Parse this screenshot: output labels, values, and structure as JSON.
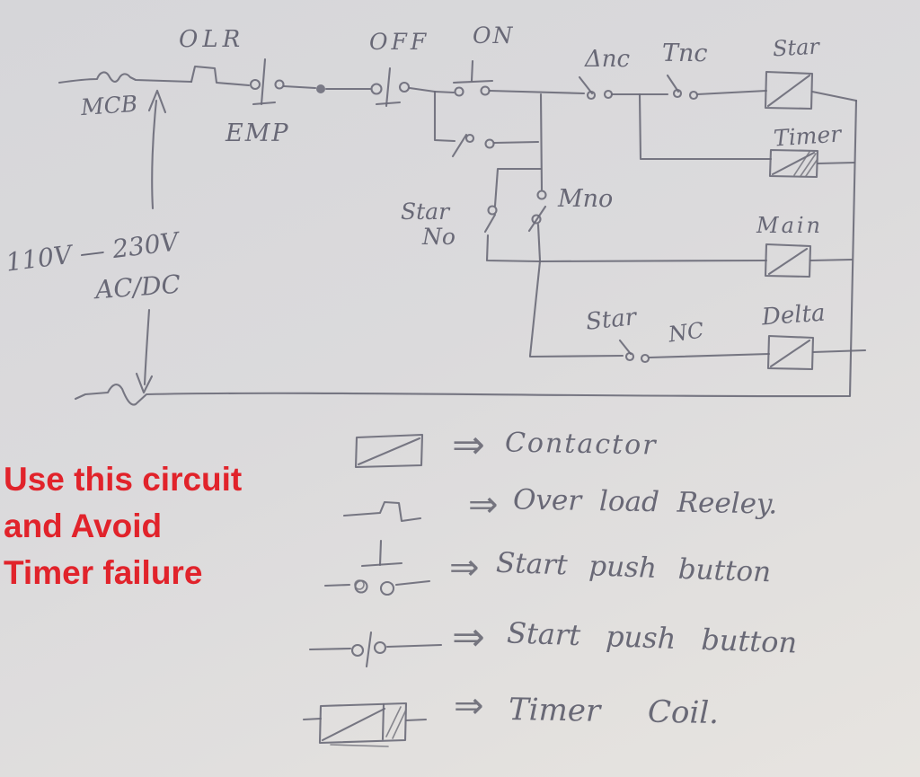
{
  "annotation": {
    "line1": "Use this circuit",
    "line2": "and Avoid",
    "line3": "Timer failure"
  },
  "circuit": {
    "labels": {
      "mcb": "MCB",
      "olr": "OLR",
      "emp": "EMP",
      "off": "OFF",
      "on": "ON",
      "delta_nc": "Δnc",
      "timer_nc": "Tnc",
      "star_coil": "Star",
      "timer_coil": "Timer",
      "star_no_line1": "Star",
      "star_no_line2": "No",
      "m_no": "Mno",
      "main_coil": "Main",
      "star_nc_word": "Star",
      "star_nc_sub": "NC",
      "delta_coil": "Delta",
      "voltage_range": "110V — 230V",
      "voltage_type": "AC/DC"
    }
  },
  "legend": {
    "arrow_glyph": "⇒",
    "rows": [
      {
        "symbol": "contactor-coil-symbol",
        "label": "Contactor"
      },
      {
        "symbol": "overload-relay-symbol",
        "label": "Over load Reeley."
      },
      {
        "symbol": "no-push-button-symbol",
        "label": "Start push button"
      },
      {
        "symbol": "nc-push-button-symbol",
        "label": "Start push button"
      },
      {
        "symbol": "timer-coil-symbol",
        "label": "Timer Coil."
      }
    ]
  },
  "colors": {
    "paper": "#dbdadc",
    "ink": "#6a6a78",
    "annotation_red": "#e1232b"
  }
}
